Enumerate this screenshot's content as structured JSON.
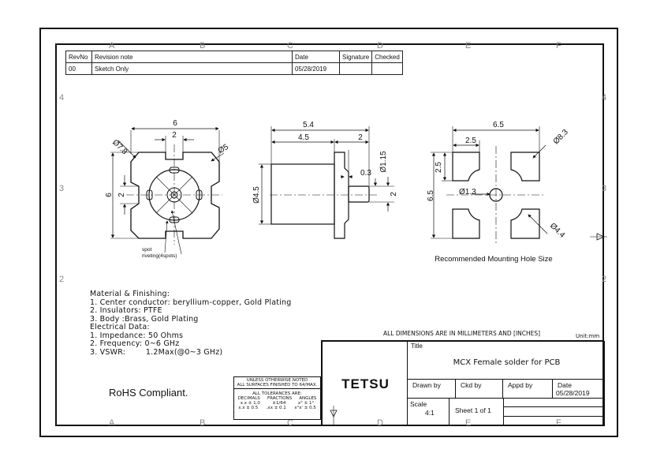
{
  "zones": {
    "top": [
      "A",
      "B",
      "C",
      "D",
      "E",
      "F"
    ],
    "side": [
      "4",
      "3",
      "2"
    ]
  },
  "revision_table": {
    "headers": [
      "RevNo",
      "Revision note",
      "Date",
      "Signature",
      "Checked"
    ],
    "rows": [
      [
        "00",
        "Sketch Only",
        "05/28/2019",
        "",
        ""
      ]
    ]
  },
  "views": {
    "front": {
      "dims": {
        "width": "6",
        "inner": "2",
        "dia_tl": "Ø7.8",
        "dia_tr": "Ø5",
        "height": "6",
        "left_inner": "2"
      },
      "notes": [
        "spot",
        "riveting(4spots)"
      ]
    },
    "side": {
      "dims": {
        "overall": "5.4",
        "body": "4.5",
        "flange": "2",
        "dia_pin": "Ø1.15",
        "gap": "0.3",
        "dia_body": "Ø4.5",
        "pin_h": "2"
      }
    },
    "mounting": {
      "dims": {
        "width": "6.5",
        "offset": "2.5",
        "dia_tr": "Ø8.3",
        "vert": "2.5",
        "height": "6.5",
        "center_hole": "Ø1.3",
        "dia_br": "Ø4.4"
      },
      "caption": "Recommended Mounting Hole Size"
    }
  },
  "notes": [
    "Material & Finishing:",
    "1. Center conductor: beryllium-copper, Gold Plating",
    "2. Insulators: PTFE",
    "3. Body :Brass, Gold Plating",
    "Electrical Data:",
    "1. Impedance: 50 Ohms",
    "2. Frequency: 0~6 GHz",
    "3. VSWR:        1.2Max(@0~3 GHz)"
  ],
  "rohs": "RoHS Compliant.",
  "dimension_note": "ALL DIMENSIONS ARE IN MILLIMETERS AND [INCHES]",
  "units": "Unit:mm",
  "tolerance": {
    "line1": "UNLESS OTHERWISE NOTED",
    "line2": "ALL SURFACES FINISHED TO 64/MAX.",
    "line3": "ALL TOLERANCES ARE:",
    "headers": [
      "DECIMALS",
      "FRACTIONS",
      "ANGLES"
    ],
    "row1": [
      "x.x ± 1.0",
      "±1/64",
      "x° ± 1°"
    ],
    "row2": [
      "x.x ± 0.5",
      ".xx ± 0.1",
      "x°x' ± 0.5"
    ]
  },
  "title_block": {
    "company": "TETSU",
    "title_label": "Title",
    "title": "MCX Female solder for PCB",
    "drawn_by": "Drawn by",
    "ckd_by": "Ckd by",
    "appd_by": "Appd by",
    "date_label": "Date",
    "date": "05/28/2019",
    "scale_label": "Scale",
    "scale": "4:1",
    "sheet": "Sheet 1 of 1"
  }
}
